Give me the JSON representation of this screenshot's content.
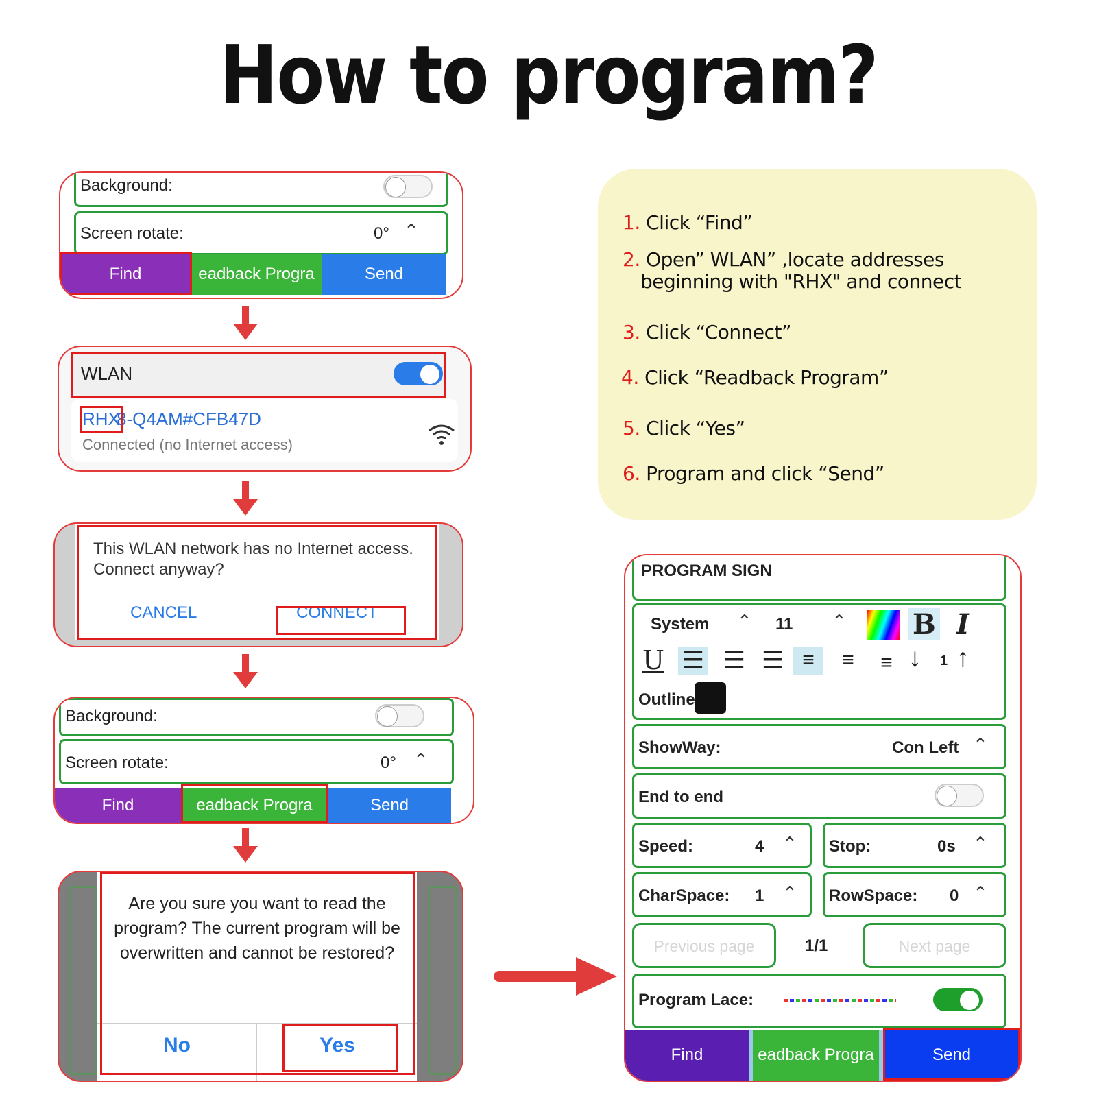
{
  "title": "How to program?",
  "panel1": {
    "background_label": "Background:",
    "screen_rotate_label": "Screen rotate:",
    "screen_rotate_value": "0°",
    "buttons": [
      "Find",
      "eadback Progra",
      "Send"
    ]
  },
  "panel2": {
    "wlan_label": "WLAN",
    "network_prefix": "RHX",
    "network_rest": "8-Q4AM#CFB47D",
    "network_status": "Connected (no Internet access)"
  },
  "panel3": {
    "message": "This WLAN network has no Internet access. Connect anyway?",
    "cancel": "CANCEL",
    "connect": "CONNECT"
  },
  "panel4": {
    "background_label": "Background:",
    "screen_rotate_label": "Screen rotate:",
    "screen_rotate_value": "0°",
    "buttons": [
      "Find",
      "eadback Progra",
      "Send"
    ]
  },
  "panel5": {
    "message": "Are you sure you want to read the program? The current program will be overwritten and cannot be restored?",
    "no": "No",
    "yes": "Yes"
  },
  "steps": [
    {
      "num": "1.",
      "text": " Click  “Find”"
    },
    {
      "num": "2.",
      "text": " Open” WLAN” ,locate addresses"
    },
    {
      "num": "",
      "text": "beginning with \"RHX\" and connect"
    },
    {
      "num": "3.",
      "text": " Click  “Connect”"
    },
    {
      "num": "4.",
      "text": "  Click  “Readback Program”"
    },
    {
      "num": "5.",
      "text": "  Click  “Yes”"
    },
    {
      "num": "6.",
      "text": "  Program and click  “Send”"
    }
  ],
  "program": {
    "title": "PROGRAM SIGN",
    "font": "System",
    "font_size": "11",
    "bold": "B",
    "italic": "I",
    "underline": "U",
    "spacing_value": "1",
    "outline_label": "Outline",
    "showway_label": "ShowWay:",
    "showway_value": "Con Left",
    "end_to_end_label": "End to end",
    "speed_label": "Speed:",
    "speed_value": "4",
    "stop_label": "Stop:",
    "stop_value": "0s",
    "charspace_label": "CharSpace:",
    "charspace_value": "1",
    "rowspace_label": "RowSpace:",
    "rowspace_value": "0",
    "prev_page": "Previous page",
    "page_indicator": "1/1",
    "next_page": "Next page",
    "program_lace_label": "Program Lace:",
    "buttons": [
      "Find",
      "eadback Progra",
      "Send"
    ]
  },
  "colors": {
    "accent_red": "#e01c1c",
    "purple": "#8a2fb7",
    "green": "#3ab53a",
    "blue": "#2a7de8",
    "card": "#f8f5cb"
  }
}
